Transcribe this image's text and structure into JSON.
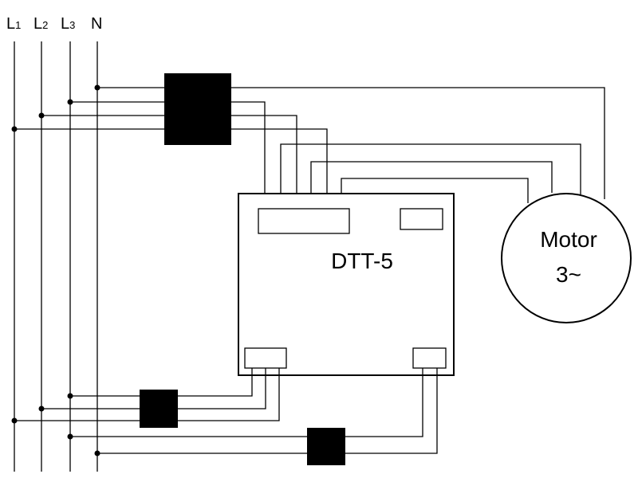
{
  "bus": {
    "lines": [
      {
        "base": "L",
        "sub": "1"
      },
      {
        "base": "L",
        "sub": "2"
      },
      {
        "base": "L",
        "sub": "3"
      },
      {
        "base": "N",
        "sub": ""
      }
    ]
  },
  "controller": {
    "label": "DTT-5"
  },
  "motor": {
    "line1": "Motor",
    "line2": "3~"
  }
}
